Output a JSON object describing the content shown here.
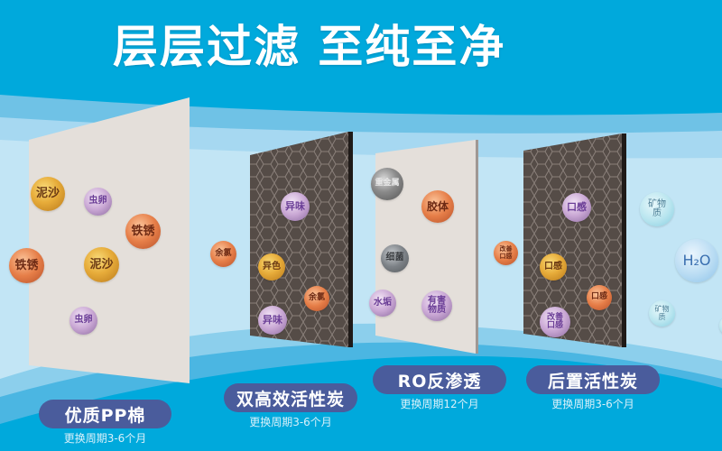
{
  "headline": "层层过滤  至纯至净",
  "colors": {
    "sky": "#00a9dc",
    "band_light": "#bfe3f4",
    "pill": "#4a5c9c",
    "pp_panel": "#e4dfda",
    "carbon_panel": "#554c47"
  },
  "stages": [
    {
      "name": "优质PP棉",
      "cycle": "更换周期3-6个月",
      "panel": "pp-cotton",
      "particles": [
        "泥沙",
        "虫卵",
        "铁锈",
        "泥沙",
        "虫卵"
      ]
    },
    {
      "name": "双高效活性炭",
      "cycle": "更换周期3-6个月",
      "panel": "activated-carbon",
      "particles": [
        "异味",
        "异色",
        "余氯",
        "异味"
      ]
    },
    {
      "name": "RO反渗透",
      "cycle": "更换周期12个月",
      "panel": "ro-membrane",
      "particles": [
        "重金属",
        "胶体",
        "细菌",
        "水垢",
        "有害物质"
      ]
    },
    {
      "name": "后置活性炭",
      "cycle": "更换周期3-6个月",
      "panel": "post-carbon",
      "particles": [
        "口感",
        "口感",
        "口感",
        "改善口感"
      ]
    }
  ],
  "floating": {
    "left_rust": "铁锈",
    "chlorine_between": "余氯",
    "improve_taste_between": "改善口感",
    "mineral_top": "矿物质",
    "water": "H₂O",
    "mineral_bottom": "矿物质"
  }
}
